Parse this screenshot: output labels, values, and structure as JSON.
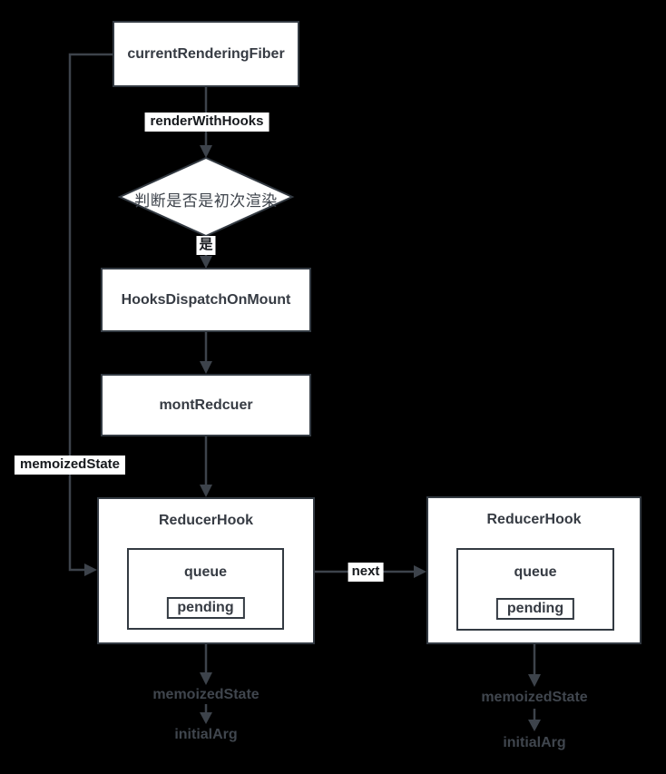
{
  "diagram": {
    "kind": "flowchart",
    "topic": "React hooks mount flow"
  },
  "colors": {
    "background": "#000000",
    "node_fill": "#ffffff",
    "node_border": "#333a42",
    "node_text": "#363b43",
    "connector": "#3d434b",
    "label_chip_bg": "#ffffff",
    "label_chip_text": "#16191d",
    "muted_text": "#40464e"
  },
  "nodes": {
    "current_rendering_fiber": {
      "label": "currentRenderingFiber"
    },
    "decision": {
      "label": "判断是否是初次渲染"
    },
    "hooks_dispatch_on_mount": {
      "label": "HooksDispatchOnMount"
    },
    "mont_redcuer": {
      "label": "montRedcuer"
    },
    "reducer_hook_1": {
      "title": "ReducerHook",
      "queue_label": "queue",
      "pending_label": "pending"
    },
    "reducer_hook_2": {
      "title": "ReducerHook",
      "queue_label": "queue",
      "pending_label": "pending"
    }
  },
  "edge_labels": {
    "render_with_hooks": "renderWithHooks",
    "yes": "是",
    "memoized_state_feedback": "memoizedState",
    "next": "next"
  },
  "outputs": {
    "left": {
      "memoized_state": "memoizedState",
      "initial_arg": "initialArg"
    },
    "right": {
      "memoized_state": "memoizedState",
      "initial_arg": "initialArg"
    }
  }
}
